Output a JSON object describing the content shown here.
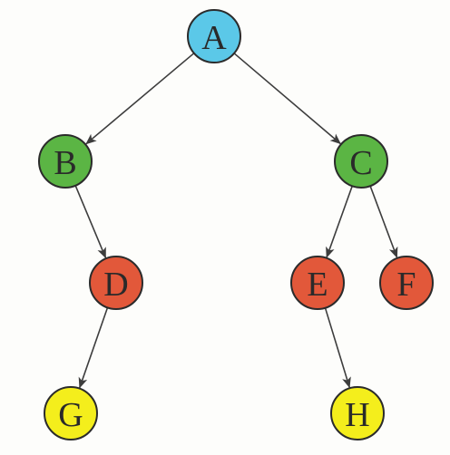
{
  "colors": {
    "root": "#5bc8e8",
    "level1": "#5bb544",
    "level2": "#e2583a",
    "level3": "#f4ee1c",
    "edge": "#3d3d3d"
  },
  "nodes": [
    {
      "id": "A",
      "label": "A",
      "level": "root"
    },
    {
      "id": "B",
      "label": "B",
      "level": "level1"
    },
    {
      "id": "C",
      "label": "C",
      "level": "level1"
    },
    {
      "id": "D",
      "label": "D",
      "level": "level2"
    },
    {
      "id": "E",
      "label": "E",
      "level": "level2"
    },
    {
      "id": "F",
      "label": "F",
      "level": "level2"
    },
    {
      "id": "G",
      "label": "G",
      "level": "level3"
    },
    {
      "id": "H",
      "label": "H",
      "level": "level3"
    }
  ],
  "edges": [
    {
      "from": "A",
      "to": "B"
    },
    {
      "from": "A",
      "to": "C"
    },
    {
      "from": "B",
      "to": "D"
    },
    {
      "from": "C",
      "to": "E"
    },
    {
      "from": "C",
      "to": "F"
    },
    {
      "from": "D",
      "to": "G"
    },
    {
      "from": "E",
      "to": "H"
    }
  ]
}
